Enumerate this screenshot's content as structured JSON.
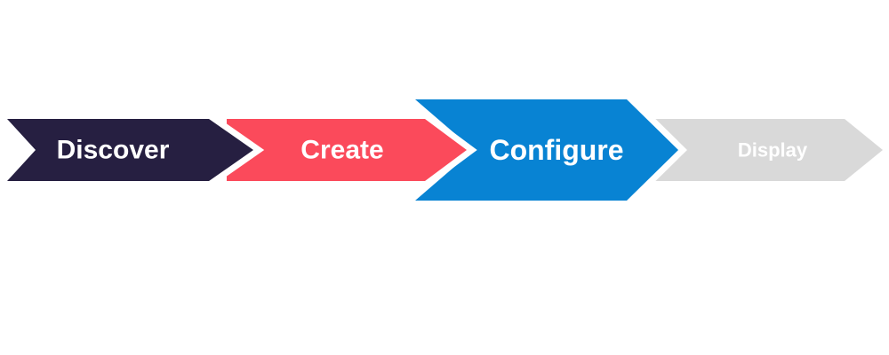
{
  "flow": {
    "background": "#FFFFFF",
    "separator_color": "#FFFFFF",
    "steps": [
      {
        "label": "Discover",
        "fill": "#261F41",
        "text_color": "#FFFFFF",
        "highlighted": false
      },
      {
        "label": "Create",
        "fill": "#FB4A5B",
        "text_color": "#FFFFFF",
        "highlighted": false
      },
      {
        "label": "Configure",
        "fill": "#0883D3",
        "text_color": "#FFFFFF",
        "highlighted": true
      },
      {
        "label": "Display",
        "fill": "#D9D9D9",
        "text_color": "#FFFFFF",
        "highlighted": false
      }
    ]
  }
}
